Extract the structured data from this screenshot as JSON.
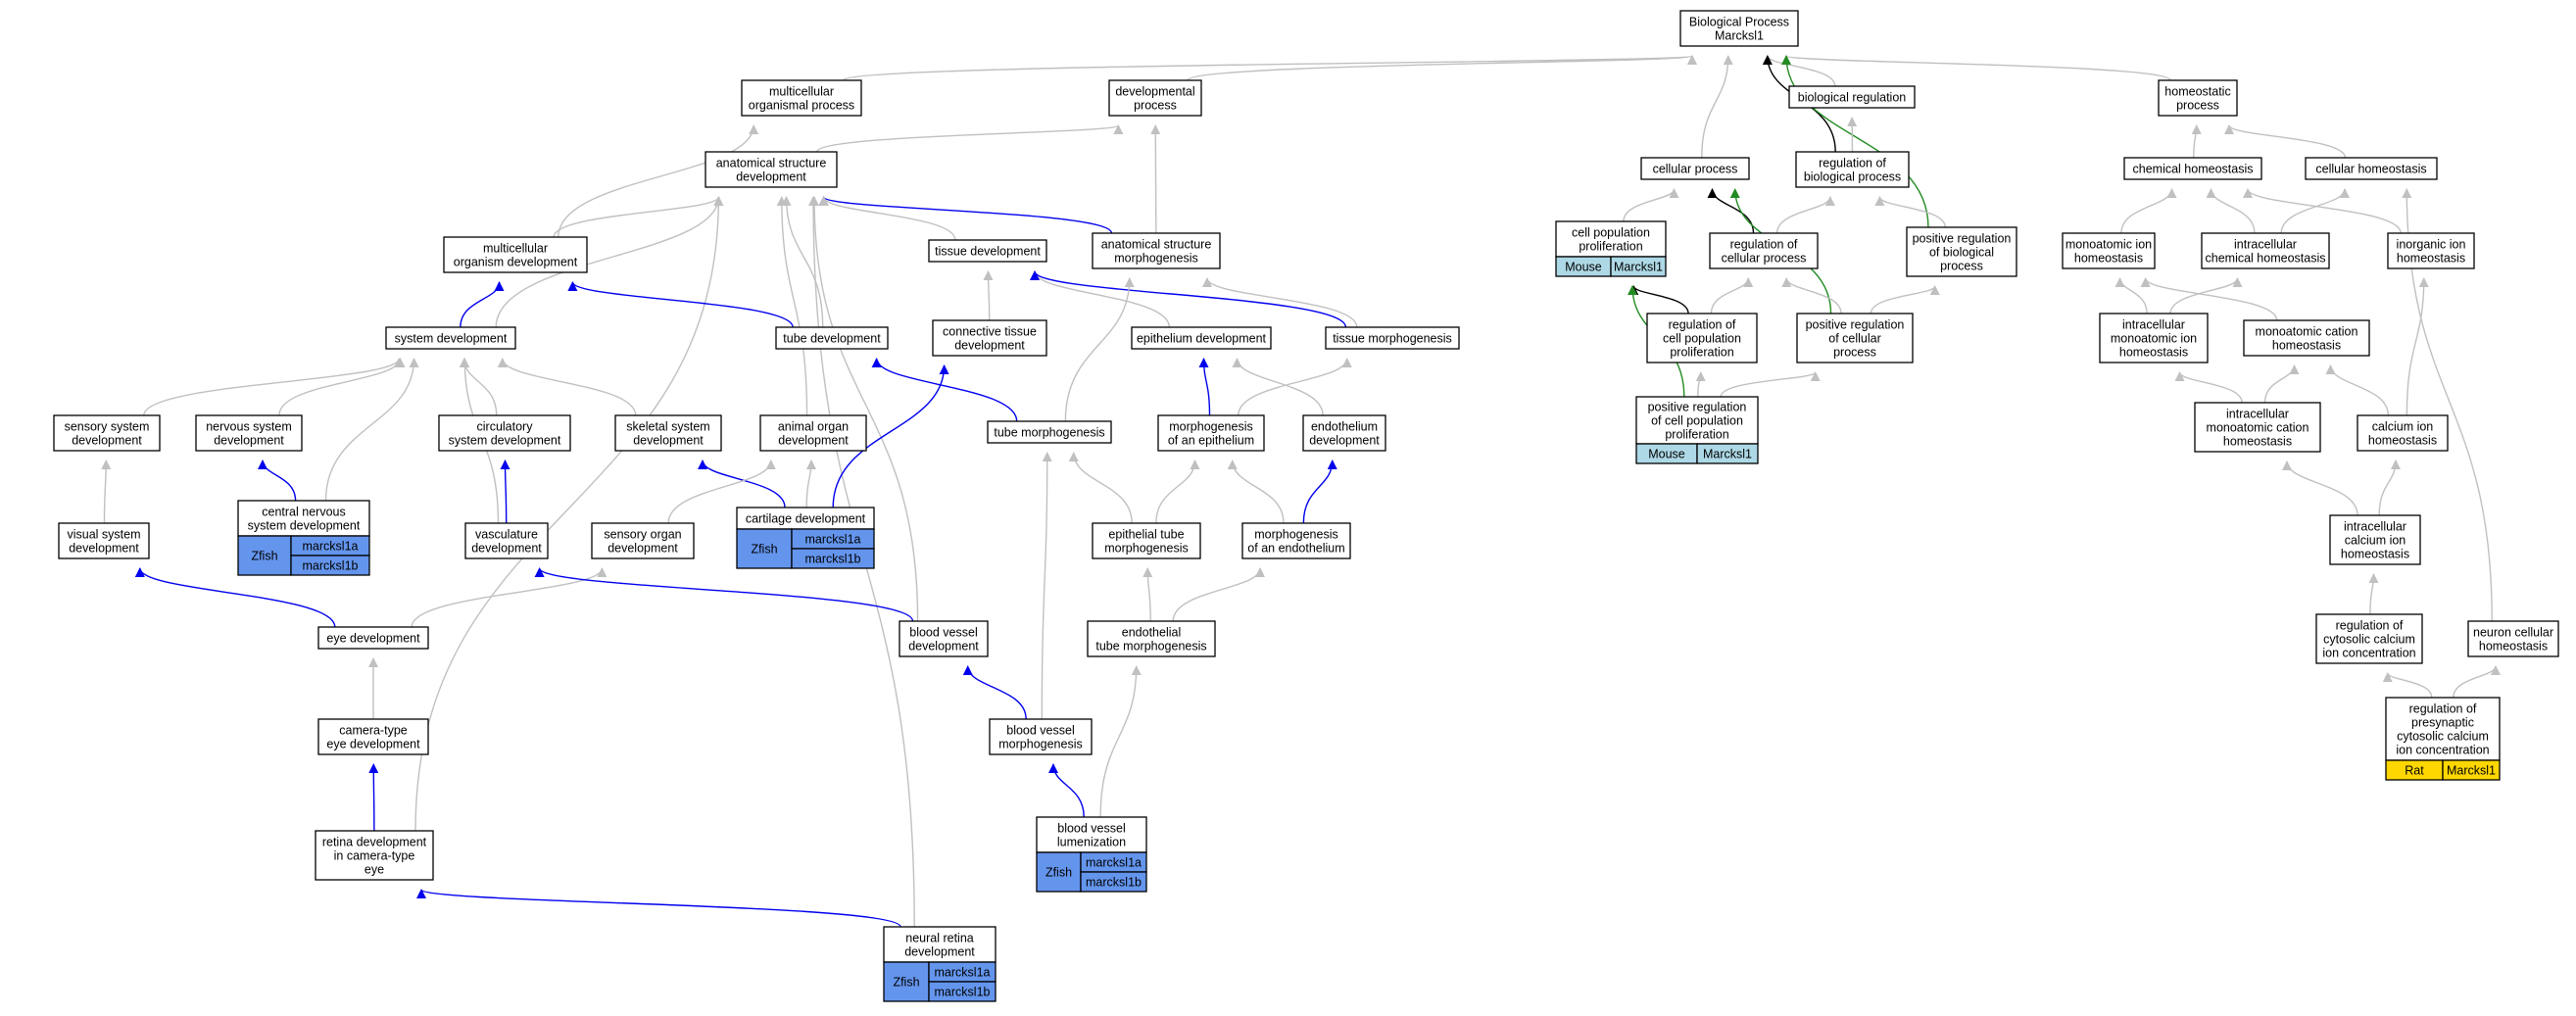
{
  "colors": {
    "gray": "#c0c0c0",
    "blue": "#0000ee",
    "green": "#228b22",
    "black": "#000000",
    "zfish": "#6495ed",
    "mouse": "#add8e6",
    "rat": "#ffd700"
  },
  "nodes": [
    {
      "id": "bp",
      "lines": [
        "Biological Process",
        "Marcksl1"
      ]
    },
    {
      "id": "mop",
      "lines": [
        "multicellular",
        "organismal process"
      ]
    },
    {
      "id": "devp",
      "lines": [
        "developmental",
        "process"
      ]
    },
    {
      "id": "homeo",
      "lines": [
        "homeostatic",
        "process"
      ]
    },
    {
      "id": "breg",
      "lines": [
        "biological regulation"
      ]
    },
    {
      "id": "asd",
      "lines": [
        "anatomical structure",
        "development"
      ]
    },
    {
      "id": "cp",
      "lines": [
        "cellular process"
      ]
    },
    {
      "id": "rbp",
      "lines": [
        "regulation of",
        "biological process"
      ]
    },
    {
      "id": "chemh",
      "lines": [
        "chemical homeostasis"
      ]
    },
    {
      "id": "cellh",
      "lines": [
        "cellular homeostasis"
      ]
    },
    {
      "id": "cpp",
      "lines": [
        "cell population",
        "proliferation"
      ],
      "genes": [
        {
          "species": "Mouse",
          "gene": "Marcksl1"
        }
      ]
    },
    {
      "id": "prbp",
      "lines": [
        "positive regulation",
        "of biological",
        "process"
      ]
    },
    {
      "id": "mod",
      "lines": [
        "multicellular",
        "organism development"
      ]
    },
    {
      "id": "td",
      "lines": [
        "tissue development"
      ]
    },
    {
      "id": "asm",
      "lines": [
        "anatomical structure",
        "morphogenesis"
      ]
    },
    {
      "id": "rcp",
      "lines": [
        "regulation of",
        "cellular process"
      ]
    },
    {
      "id": "mih",
      "lines": [
        "monoatomic ion",
        "homeostasis"
      ]
    },
    {
      "id": "ich",
      "lines": [
        "intracellular",
        "chemical homeostasis"
      ]
    },
    {
      "id": "iih",
      "lines": [
        "inorganic ion",
        "homeostasis"
      ]
    },
    {
      "id": "sd",
      "lines": [
        "system development"
      ]
    },
    {
      "id": "tubed",
      "lines": [
        "tube development"
      ]
    },
    {
      "id": "ctd",
      "lines": [
        "connective tissue",
        "development"
      ]
    },
    {
      "id": "ed",
      "lines": [
        "epithelium development"
      ]
    },
    {
      "id": "tm",
      "lines": [
        "tissue morphogenesis"
      ]
    },
    {
      "id": "rcpp",
      "lines": [
        "regulation of",
        "cell population",
        "proliferation"
      ]
    },
    {
      "id": "prcp",
      "lines": [
        "positive regulation",
        "of cellular",
        "process"
      ]
    },
    {
      "id": "imih",
      "lines": [
        "intracellular",
        "monoatomic ion",
        "homeostasis"
      ]
    },
    {
      "id": "mch",
      "lines": [
        "monoatomic cation",
        "homeostasis"
      ]
    },
    {
      "id": "ssd",
      "lines": [
        "sensory system",
        "development"
      ]
    },
    {
      "id": "nsd",
      "lines": [
        "nervous system",
        "development"
      ]
    },
    {
      "id": "csd",
      "lines": [
        "circulatory",
        "system development"
      ]
    },
    {
      "id": "skd",
      "lines": [
        "skeletal system",
        "development"
      ]
    },
    {
      "id": "aod",
      "lines": [
        "animal organ",
        "development"
      ]
    },
    {
      "id": "tubem",
      "lines": [
        "tube morphogenesis"
      ]
    },
    {
      "id": "moe",
      "lines": [
        "morphogenesis",
        "of an epithelium"
      ]
    },
    {
      "id": "endd",
      "lines": [
        "endothelium",
        "development"
      ]
    },
    {
      "id": "prcpp",
      "lines": [
        "positive regulation",
        "of cell population",
        "proliferation"
      ],
      "genes": [
        {
          "species": "Mouse",
          "gene": "Marcksl1"
        }
      ]
    },
    {
      "id": "imch",
      "lines": [
        "intracellular",
        "monoatomic cation",
        "homeostasis"
      ]
    },
    {
      "id": "cih",
      "lines": [
        "calcium ion",
        "homeostasis"
      ]
    },
    {
      "id": "cnsd",
      "lines": [
        "central nervous",
        "system development"
      ],
      "genes": [
        {
          "species": "Zfish",
          "gene": "marcksl1a"
        },
        {
          "species": "Zfish",
          "gene": "marcksl1b"
        }
      ]
    },
    {
      "id": "vsd",
      "lines": [
        "visual system",
        "development"
      ]
    },
    {
      "id": "vasd",
      "lines": [
        "vasculature",
        "development"
      ]
    },
    {
      "id": "sod",
      "lines": [
        "sensory organ",
        "development"
      ]
    },
    {
      "id": "card",
      "lines": [
        "cartilage development"
      ],
      "genes": [
        {
          "species": "Zfish",
          "gene": "marcksl1a"
        },
        {
          "species": "Zfish",
          "gene": "marcksl1b"
        }
      ]
    },
    {
      "id": "etm",
      "lines": [
        "epithelial tube",
        "morphogenesis"
      ]
    },
    {
      "id": "moen",
      "lines": [
        "morphogenesis",
        "of an endothelium"
      ]
    },
    {
      "id": "icih",
      "lines": [
        "intracellular",
        "calcium ion",
        "homeostasis"
      ]
    },
    {
      "id": "eyed",
      "lines": [
        "eye development"
      ]
    },
    {
      "id": "bvd",
      "lines": [
        "blood vessel",
        "development"
      ]
    },
    {
      "id": "etubem",
      "lines": [
        "endothelial",
        "tube morphogenesis"
      ]
    },
    {
      "id": "rcci",
      "lines": [
        "regulation of",
        "cytosolic calcium",
        "ion concentration"
      ]
    },
    {
      "id": "nch",
      "lines": [
        "neuron cellular",
        "homeostasis"
      ]
    },
    {
      "id": "ced",
      "lines": [
        "camera-type",
        "eye development"
      ]
    },
    {
      "id": "bvm",
      "lines": [
        "blood vessel",
        "morphogenesis"
      ]
    },
    {
      "id": "rpcci",
      "lines": [
        "regulation of",
        "presynaptic",
        "cytosolic calcium",
        "ion concentration"
      ],
      "genes": [
        {
          "species": "Rat",
          "gene": "Marcksl1"
        }
      ]
    },
    {
      "id": "rdce",
      "lines": [
        "retina development",
        "in camera-type",
        "eye"
      ]
    },
    {
      "id": "bvl",
      "lines": [
        "blood vessel",
        "lumenization"
      ],
      "genes": [
        {
          "species": "Zfish",
          "gene": "marcksl1a"
        },
        {
          "species": "Zfish",
          "gene": "marcksl1b"
        }
      ]
    },
    {
      "id": "nrd",
      "lines": [
        "neural retina",
        "development"
      ],
      "genes": [
        {
          "species": "Zfish",
          "gene": "marcksl1a"
        },
        {
          "species": "Zfish",
          "gene": "marcksl1b"
        }
      ]
    }
  ],
  "edges": [
    {
      "from": "mop",
      "to": "bp",
      "color": "gray"
    },
    {
      "from": "devp",
      "to": "bp",
      "color": "gray"
    },
    {
      "from": "homeo",
      "to": "bp",
      "color": "gray"
    },
    {
      "from": "breg",
      "to": "bp",
      "color": "gray"
    },
    {
      "from": "cp",
      "to": "bp",
      "color": "gray"
    },
    {
      "from": "rbp",
      "to": "bp",
      "color": "black"
    },
    {
      "from": "prbp",
      "to": "bp",
      "color": "green"
    },
    {
      "from": "rbp",
      "to": "breg",
      "color": "gray"
    },
    {
      "from": "prbp",
      "to": "rbp",
      "color": "gray"
    },
    {
      "from": "rcp",
      "to": "rbp",
      "color": "gray"
    },
    {
      "from": "rcp",
      "to": "cp",
      "color": "black"
    },
    {
      "from": "cpp",
      "to": "cp",
      "color": "gray"
    },
    {
      "from": "prcp",
      "to": "cp",
      "color": "green"
    },
    {
      "from": "prcp",
      "to": "prbp",
      "color": "gray"
    },
    {
      "from": "prcp",
      "to": "rcp",
      "color": "gray"
    },
    {
      "from": "rcpp",
      "to": "rcp",
      "color": "gray"
    },
    {
      "from": "rcpp",
      "to": "cpp",
      "color": "black"
    },
    {
      "from": "prcpp",
      "to": "rcpp",
      "color": "gray"
    },
    {
      "from": "prcpp",
      "to": "prcp",
      "color": "gray"
    },
    {
      "from": "prcpp",
      "to": "cpp",
      "color": "green"
    },
    {
      "from": "asd",
      "to": "devp",
      "color": "gray"
    },
    {
      "from": "asm",
      "to": "devp",
      "color": "gray"
    },
    {
      "from": "mod",
      "to": "mop",
      "color": "gray"
    },
    {
      "from": "mod",
      "to": "asd",
      "color": "gray"
    },
    {
      "from": "asm",
      "to": "asd",
      "color": "blue"
    },
    {
      "from": "td",
      "to": "asd",
      "color": "gray"
    },
    {
      "from": "sd",
      "to": "asd",
      "color": "gray"
    },
    {
      "from": "tubed",
      "to": "asd",
      "color": "gray"
    },
    {
      "from": "aod",
      "to": "asd",
      "color": "gray"
    },
    {
      "from": "bvd",
      "to": "asd",
      "color": "gray"
    },
    {
      "from": "rdce",
      "to": "asd",
      "color": "gray"
    },
    {
      "from": "nrd",
      "to": "asd",
      "color": "gray"
    },
    {
      "from": "sd",
      "to": "mod",
      "color": "blue"
    },
    {
      "from": "tubed",
      "to": "mod",
      "color": "blue"
    },
    {
      "from": "ctd",
      "to": "td",
      "color": "gray"
    },
    {
      "from": "ed",
      "to": "td",
      "color": "gray"
    },
    {
      "from": "tm",
      "to": "td",
      "color": "blue"
    },
    {
      "from": "tm",
      "to": "asm",
      "color": "gray"
    },
    {
      "from": "tubem",
      "to": "asm",
      "color": "gray"
    },
    {
      "from": "tubem",
      "to": "tubed",
      "color": "blue"
    },
    {
      "from": "card",
      "to": "ctd",
      "color": "blue"
    },
    {
      "from": "moe",
      "to": "ed",
      "color": "blue"
    },
    {
      "from": "endd",
      "to": "ed",
      "color": "gray"
    },
    {
      "from": "moe",
      "to": "tm",
      "color": "gray"
    },
    {
      "from": "ssd",
      "to": "sd",
      "color": "gray"
    },
    {
      "from": "nsd",
      "to": "sd",
      "color": "gray"
    },
    {
      "from": "csd",
      "to": "sd",
      "color": "gray"
    },
    {
      "from": "skd",
      "to": "sd",
      "color": "gray"
    },
    {
      "from": "cnsd",
      "to": "sd",
      "color": "gray"
    },
    {
      "from": "vasd",
      "to": "sd",
      "color": "gray"
    },
    {
      "from": "cnsd",
      "to": "nsd",
      "color": "blue"
    },
    {
      "from": "vasd",
      "to": "csd",
      "color": "blue"
    },
    {
      "from": "card",
      "to": "skd",
      "color": "blue"
    },
    {
      "from": "card",
      "to": "aod",
      "color": "gray"
    },
    {
      "from": "sod",
      "to": "aod",
      "color": "gray"
    },
    {
      "from": "vsd",
      "to": "ssd",
      "color": "gray"
    },
    {
      "from": "eyed",
      "to": "vsd",
      "color": "blue"
    },
    {
      "from": "eyed",
      "to": "sod",
      "color": "gray"
    },
    {
      "from": "ced",
      "to": "eyed",
      "color": "gray"
    },
    {
      "from": "rdce",
      "to": "ced",
      "color": "blue"
    },
    {
      "from": "nrd",
      "to": "rdce",
      "color": "blue"
    },
    {
      "from": "bvd",
      "to": "vasd",
      "color": "blue"
    },
    {
      "from": "bvm",
      "to": "bvd",
      "color": "blue"
    },
    {
      "from": "bvm",
      "to": "tubem",
      "color": "gray"
    },
    {
      "from": "bvl",
      "to": "bvm",
      "color": "blue"
    },
    {
      "from": "bvl",
      "to": "etubem",
      "color": "gray"
    },
    {
      "from": "etm",
      "to": "tubem",
      "color": "gray"
    },
    {
      "from": "etm",
      "to": "moe",
      "color": "gray"
    },
    {
      "from": "moen",
      "to": "moe",
      "color": "gray"
    },
    {
      "from": "moen",
      "to": "endd",
      "color": "blue"
    },
    {
      "from": "etubem",
      "to": "etm",
      "color": "gray"
    },
    {
      "from": "etubem",
      "to": "moen",
      "color": "gray"
    },
    {
      "from": "chemh",
      "to": "homeo",
      "color": "gray"
    },
    {
      "from": "cellh",
      "to": "homeo",
      "color": "gray"
    },
    {
      "from": "mih",
      "to": "chemh",
      "color": "gray"
    },
    {
      "from": "ich",
      "to": "chemh",
      "color": "gray"
    },
    {
      "from": "iih",
      "to": "chemh",
      "color": "gray"
    },
    {
      "from": "ich",
      "to": "cellh",
      "color": "gray"
    },
    {
      "from": "nch",
      "to": "cellh",
      "color": "gray"
    },
    {
      "from": "imih",
      "to": "mih",
      "color": "gray"
    },
    {
      "from": "mch",
      "to": "mih",
      "color": "gray"
    },
    {
      "from": "imih",
      "to": "ich",
      "color": "gray"
    },
    {
      "from": "cih",
      "to": "iih",
      "color": "gray"
    },
    {
      "from": "imch",
      "to": "imih",
      "color": "gray"
    },
    {
      "from": "imch",
      "to": "mch",
      "color": "gray"
    },
    {
      "from": "cih",
      "to": "mch",
      "color": "gray"
    },
    {
      "from": "icih",
      "to": "imch",
      "color": "gray"
    },
    {
      "from": "icih",
      "to": "cih",
      "color": "gray"
    },
    {
      "from": "rcci",
      "to": "icih",
      "color": "gray"
    },
    {
      "from": "rpcci",
      "to": "rcci",
      "color": "gray"
    },
    {
      "from": "rpcci",
      "to": "nch",
      "color": "gray"
    }
  ]
}
